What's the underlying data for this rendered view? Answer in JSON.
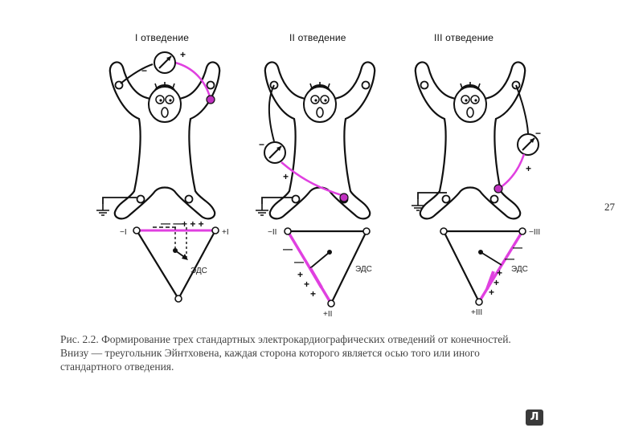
{
  "figure": {
    "leads": [
      {
        "title": "I отведение",
        "neg_label": "−I",
        "pos_label": "+I",
        "emf_label": "ЭДС"
      },
      {
        "title": "II отведение",
        "neg_label": "−II",
        "pos_label": "+II",
        "emf_label": "ЭДС"
      },
      {
        "title": "III отведение",
        "neg_label": "−III",
        "pos_label": "+III",
        "emf_label": "ЭДС"
      }
    ],
    "caption_line1": "Рис. 2.2. Формирование трех стандартных электрокардиографических отведений от конечностей.",
    "caption_line2": "Внизу — треугольник Эйнтховена, каждая сторона которого является осью того или иного",
    "caption_line3": "стандартного отведения.",
    "page_number": "27",
    "colors": {
      "lead_wire": "#e040e0",
      "outline": "#111111"
    }
  },
  "watermark_logo": "Л"
}
